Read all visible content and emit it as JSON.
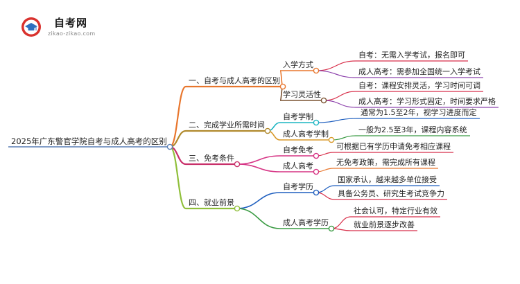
{
  "logo": {
    "title": "自考网",
    "url": "zikao-zikao.com"
  },
  "root": "2025年广东警官学院自考与成人高考的区别",
  "branches": [
    {
      "label": "一、自考与成人高考的区别",
      "color": "#e8762d",
      "children": [
        {
          "label": "入学方式",
          "color": "#e8762d",
          "children": [
            {
              "label": "自考：无需入学考试，报名即可",
              "color": "#d82f4a"
            },
            {
              "label": "成人高考：需参加全国统一入学考试",
              "color": "#8e44ad"
            }
          ]
        },
        {
          "label": "学习灵活性",
          "color": "#7a5230",
          "children": [
            {
              "label": "自考：课程安排灵活，学习时间可调",
              "color": "#d82f4a"
            },
            {
              "label": "成人高考：学习形式固定，时间要求严格",
              "color": "#8e44ad"
            }
          ]
        }
      ]
    },
    {
      "label": "二、完成学业所需时间",
      "color": "#b0892c",
      "children": [
        {
          "label": "自考学制",
          "color": "#1cb5c2",
          "children": [
            {
              "label": "通常为1.5至2年，视学习进度而定",
              "color": "#1f5fbf"
            }
          ]
        },
        {
          "label": "成人高考学制",
          "color": "#d99a2b",
          "children": [
            {
              "label": "一般为2.5至3年，课程内容系统",
              "color": "#3a9b43"
            }
          ]
        }
      ]
    },
    {
      "label": "三、免考条件",
      "color": "#c8306a",
      "children": [
        {
          "label": "自考免考",
          "color": "#d63384",
          "children": [
            {
              "label": "可根据已有学历申请免考相应课程",
              "color": "#d82f4a"
            }
          ]
        },
        {
          "label": "成人高考",
          "color": "#d63384",
          "children": [
            {
              "label": "无免考政策，需完成所有课程",
              "color": "#e8762d"
            }
          ]
        }
      ]
    },
    {
      "label": "四、就业前景",
      "color": "#8fbf3a",
      "children": [
        {
          "label": "自考学历",
          "color": "#1f5fbf",
          "children": [
            {
              "label": "国家承认，越来越多单位接受",
              "color": "#1f5fbf"
            },
            {
              "label": "具备公务员、研究生考试竞争力",
              "color": "#d82f4a"
            }
          ]
        },
        {
          "label": "成人高考学历",
          "color": "#3a9b43",
          "children": [
            {
              "label": "社会认可，特定行业有效",
              "color": "#d82f4a"
            },
            {
              "label": "就业前景逐步改善",
              "color": "#d82f4a"
            }
          ]
        }
      ]
    }
  ]
}
